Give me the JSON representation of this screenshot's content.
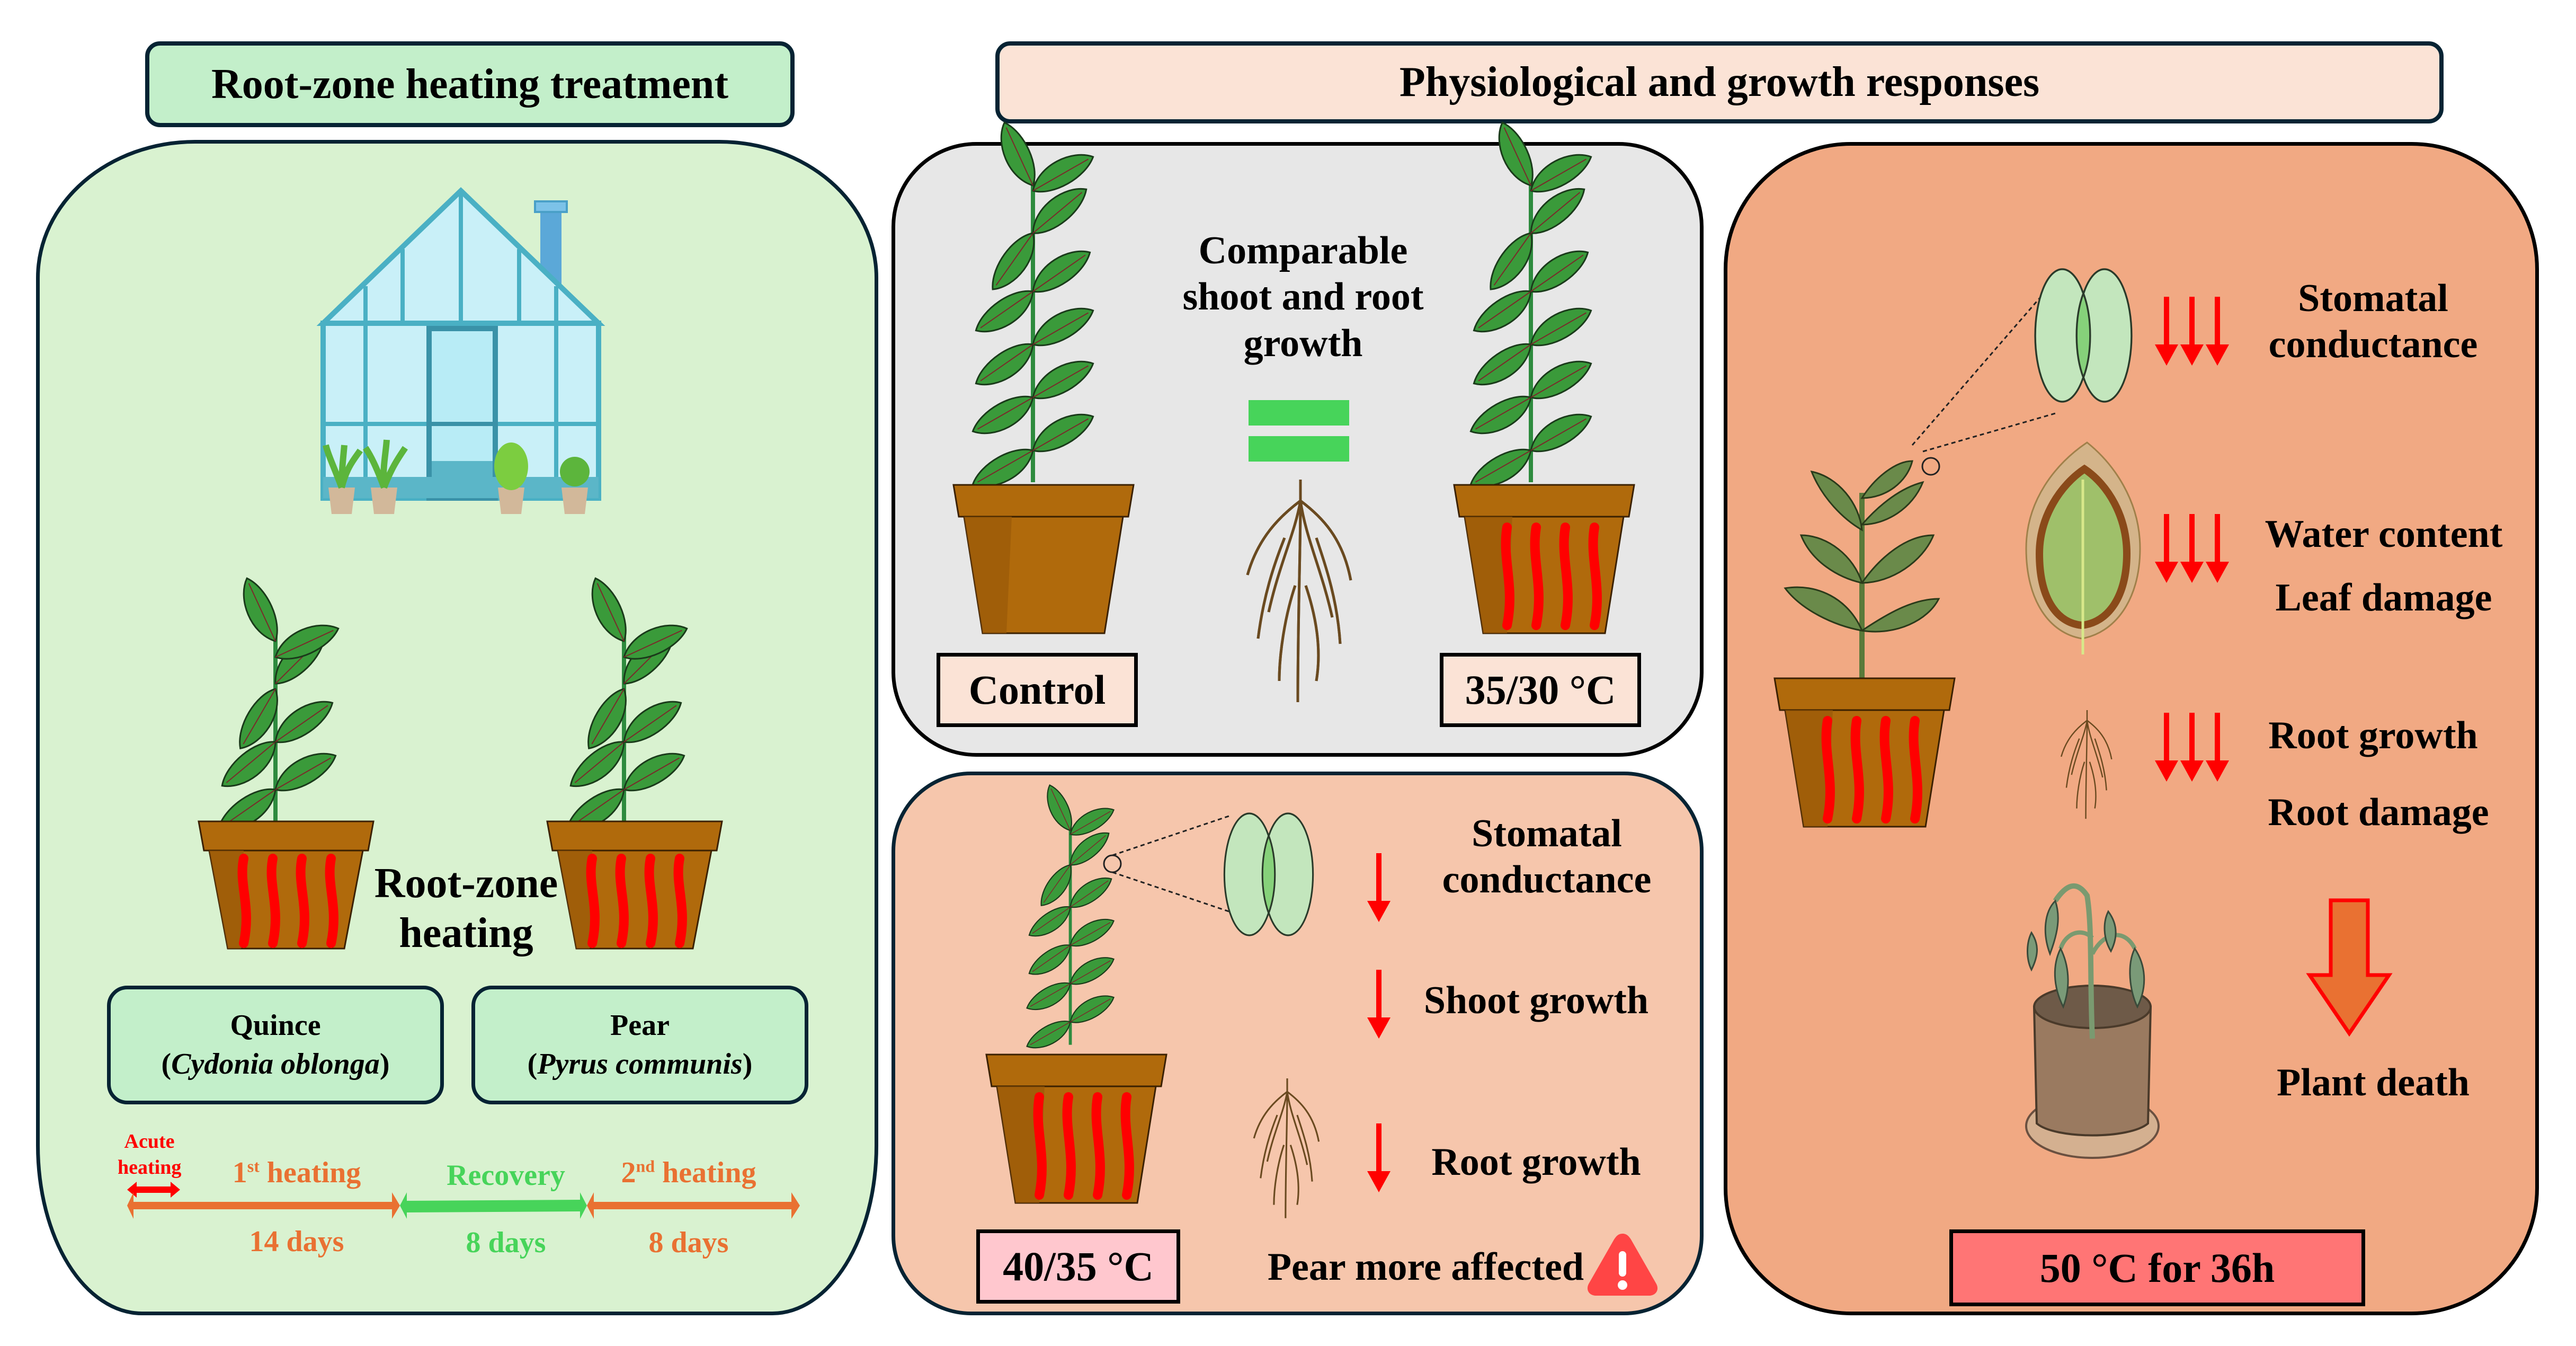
{
  "left": {
    "header": "Root-zone heating treatment",
    "center_label_line1": "Root-zone",
    "center_label_line2": "heating",
    "species": [
      {
        "common": "Quince",
        "latin": "Cydonia oblonga"
      },
      {
        "common": "Pear",
        "latin": "Pyrus communis"
      }
    ],
    "timeline": {
      "acute": {
        "line1": "Acute",
        "line2": "heating",
        "color": "#ff0000"
      },
      "phases": [
        {
          "label_num": "1",
          "label_sup": "st",
          "label_rest": " heating",
          "duration": "14 days",
          "color": "#e97132"
        },
        {
          "label_num": "",
          "label_sup": "",
          "label_rest": "Recovery",
          "duration": "8 days",
          "color": "#47d45a"
        },
        {
          "label_num": "2",
          "label_sup": "nd",
          "label_rest": " heating",
          "duration": "8 days",
          "color": "#e97132"
        }
      ]
    }
  },
  "right": {
    "header": "Physiological and growth responses",
    "moderate": {
      "summary_line1": "Comparable",
      "summary_line2": "shoot and root",
      "summary_line3": "growth",
      "control_label": "Control",
      "treatment_label": "35/30 °C"
    },
    "high": {
      "effects": [
        "Stomatal conductance",
        "Shoot growth",
        "Root growth"
      ],
      "stomatal_line1": "Stomatal",
      "stomatal_line2": "conductance",
      "treatment_label": "40/35 °C",
      "warning": "Pear more affected"
    },
    "extreme": {
      "stomatal_line1": "Stomatal",
      "stomatal_line2": "conductance",
      "water": "Water content",
      "leaf": "Leaf damage",
      "root_growth": "Root growth",
      "root_damage": "Root damage",
      "death": "Plant death",
      "treatment_label": "50 °C for 36h"
    }
  },
  "colors": {
    "left_bg": "#d9f2d0",
    "header_left_bg": "#c3efca",
    "header_right_bg": "#fbe3d6",
    "moderate_bg": "#e7e7e7",
    "high_bg": "#f6c6ac",
    "extreme_bg": "#f1a983",
    "label_light": "#fbe3d6",
    "label_pink": "#ffc7ce",
    "label_red": "#ff7575",
    "down_arrow": "#ff0000",
    "equals": "#47d45a"
  }
}
